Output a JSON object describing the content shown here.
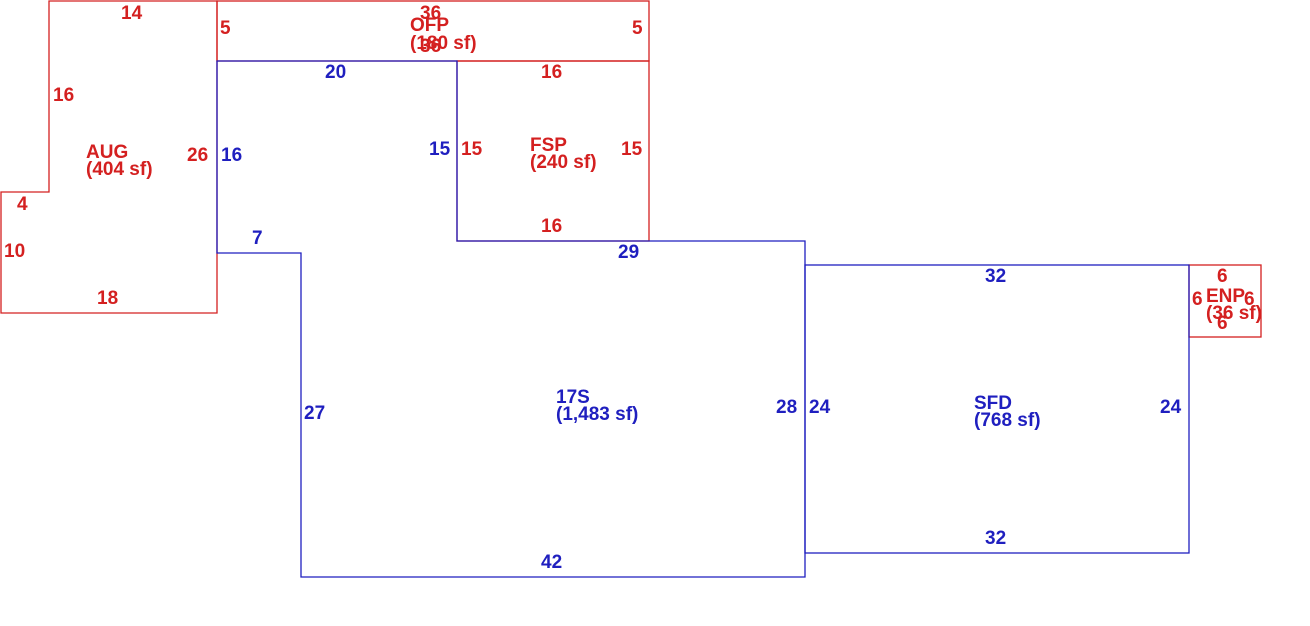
{
  "colors": {
    "living": "#1f1fbf",
    "other": "#d42020",
    "background": "#ffffff"
  },
  "areas": {
    "aug": {
      "name": "AUG",
      "area": "(404 sf)",
      "dims": [
        "14",
        "16",
        "4",
        "10",
        "18",
        "26"
      ]
    },
    "ofp": {
      "name": "OFP",
      "area": "(180 sf)",
      "dims": [
        "36",
        "5",
        "5",
        "36"
      ]
    },
    "fsp": {
      "name": "FSP",
      "area": "(240 sf)",
      "dims": [
        "16",
        "15",
        "15",
        "16"
      ]
    },
    "main": {
      "name": "17S",
      "area": "(1,483 sf)",
      "dims": [
        "20",
        "16",
        "15",
        "7",
        "29",
        "27",
        "28",
        "42"
      ]
    },
    "sfd": {
      "name": "SFD",
      "area": "(768 sf)",
      "dims": [
        "32",
        "24",
        "24",
        "32"
      ]
    },
    "enp": {
      "name": "ENP",
      "area": "(36 sf)",
      "dims": [
        "6",
        "6",
        "6",
        "6"
      ]
    }
  }
}
